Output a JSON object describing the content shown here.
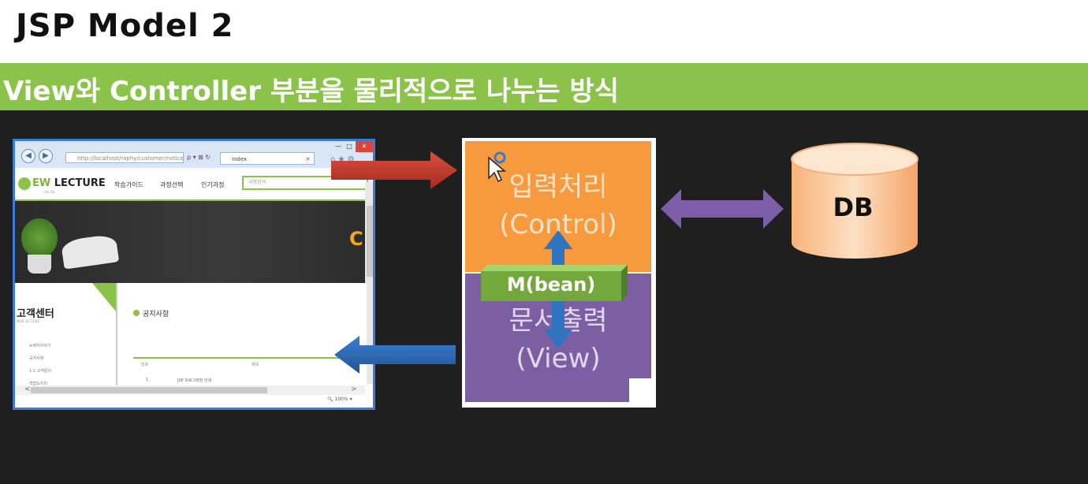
{
  "header": {
    "title": "JSP Model 2"
  },
  "banner": {
    "text": "View와 Controller 부분을 물리적으로 나누는 방식"
  },
  "browser": {
    "url": "http://localhost/raphy/customer/notice.jsp",
    "address_icons": "ρ ▾ ⊠ ↻",
    "tab_label": "index",
    "tab_close": "×",
    "window_controls": {
      "minimize": "—",
      "maximize": "□",
      "close": "✕"
    },
    "home_icons": "⌂ ★ ⚙",
    "logo_ew": "EW",
    "logo_lecture": " LECTURE",
    "logo_sub": "ONLINE",
    "nav": [
      "학습가이드",
      "과정선택",
      "인기과정"
    ],
    "search_placeholder": "과정검색",
    "hero_letter": "C",
    "sidebar_title": "고객센터",
    "sidebar_sub": "NEW LECTURE",
    "sidebar_items": [
      "뉴렉처이야기",
      "공지사항",
      "1:1 고객문의",
      "학습도우미"
    ],
    "content_title": "공지사항",
    "table_headers": [
      "번호",
      "제목"
    ],
    "table_row": [
      "1",
      "JSP 프로그래밍 안내"
    ],
    "scroll_left": "<",
    "scroll_right": ">",
    "zoom": "🔍 100%  ▾"
  },
  "document": {
    "control_line1": "입력처리",
    "control_line2": "(Control)",
    "view_line1": "문서출력",
    "view_line2": "(View)"
  },
  "model": {
    "label": "M(bean)"
  },
  "database": {
    "label": "DB"
  },
  "colors": {
    "banner": "#8bc34a",
    "control": "#f79a3e",
    "view": "#7c5ea2",
    "bean": "#8bc34a",
    "db": "#fbc79a",
    "request_arrow": "#c0392b",
    "response_arrow": "#2f6db5",
    "db_arrow": "#7b5ea7"
  }
}
